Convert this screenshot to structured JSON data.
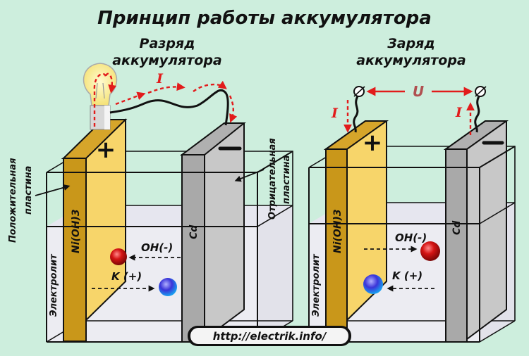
{
  "title": "Принцип работы аккумулятора",
  "discharge": {
    "heading_line1": "Разряд",
    "heading_line2": "аккумулятора",
    "current_label": "I",
    "positive_plate_material": "Ni(OH)3",
    "negative_plate_material": "Cd",
    "positive_sign": "+",
    "negative_sign": "−",
    "positive_plate_label_line1": "Положительная",
    "positive_plate_label_line2": "пластина",
    "negative_plate_label_line1": "Отрицательная",
    "negative_plate_label_line2": "пластина",
    "electrolyte_label": "Электролит",
    "anion_label": "OH(-)",
    "cation_label": "K (+)",
    "load": "lamp"
  },
  "charge": {
    "heading_line1": "Заряд",
    "heading_line2": "аккумулятора",
    "current_label_left": "I",
    "current_label_right": "I",
    "voltage_label": "U",
    "positive_plate_material": "Ni(OH)3",
    "negative_plate_material": "Cd",
    "positive_sign": "+",
    "negative_sign": "−",
    "electrolyte_label": "Электролит",
    "anion_label": "OH(-)",
    "cation_label": "K (+)"
  },
  "colors": {
    "background": "#cdeedd",
    "positive_plate_front": "#f7d56a",
    "positive_plate_side": "#c9971a",
    "negative_plate_front": "#c8c8c8",
    "negative_plate_side": "#a9a9a9",
    "electrolyte": "#ececf2",
    "current_arrow": "#e21b1b",
    "anion_ball": "#cc1414",
    "cation_ball": "#3a3ad8"
  },
  "watermark": "http://electrik.info/"
}
